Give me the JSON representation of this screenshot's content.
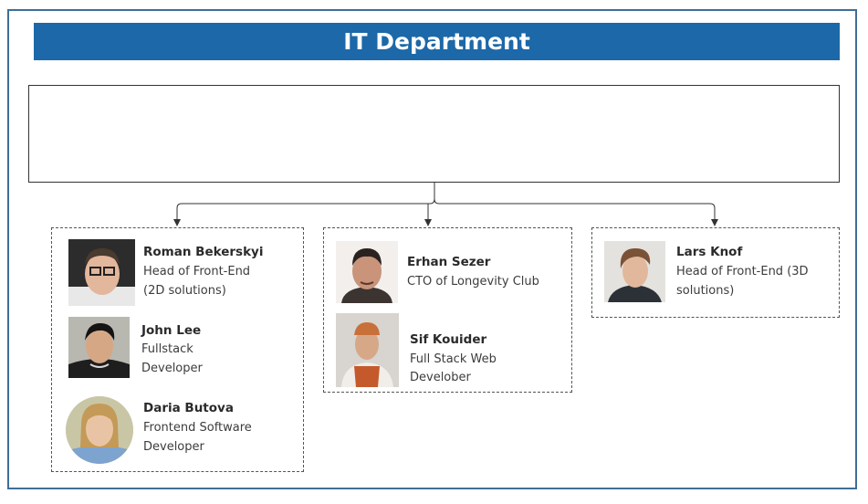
{
  "header": {
    "title": "IT Department"
  },
  "groups": [
    {
      "members": [
        {
          "name": "Roman Bekerskyi",
          "title_lines": [
            "Head of Front-End",
            "(2D solutions)"
          ],
          "photo": "portrait-photo"
        },
        {
          "name": "John Lee",
          "title_lines": [
            "Fullstack",
            "Developer"
          ],
          "photo": "portrait-photo"
        },
        {
          "name": "Daria Butova",
          "title_lines": [
            "Frontend Software",
            "Developer"
          ],
          "photo": "portrait-photo"
        }
      ]
    },
    {
      "members": [
        {
          "name": "Erhan Sezer",
          "title_lines": [
            "CTO of Longevity Club"
          ],
          "photo": "portrait-photo"
        },
        {
          "name": "Sif Kouider",
          "title_lines": [
            "Full Stack Web",
            "Develober"
          ],
          "photo": "portrait-photo"
        }
      ]
    },
    {
      "members": [
        {
          "name": "Lars Knof",
          "title_lines": [
            "Head of Front-End (3D",
            "solutions)"
          ],
          "photo": "portrait-photo"
        }
      ]
    }
  ],
  "colors": {
    "banner": "#1c68a8",
    "frame": "#3f6e96",
    "connector": "#333333"
  }
}
